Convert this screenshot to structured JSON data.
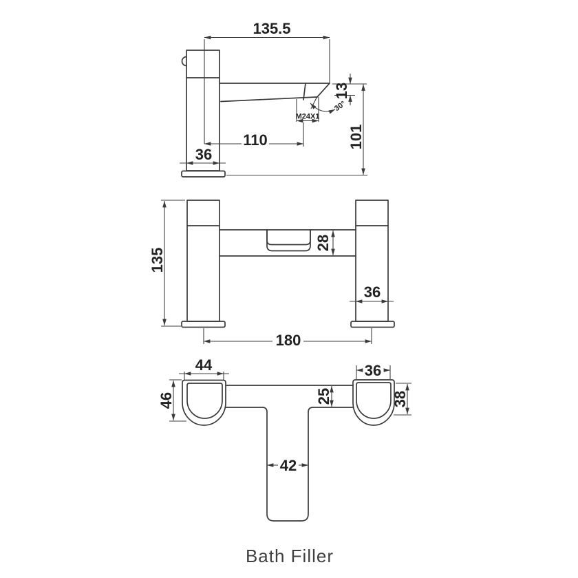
{
  "caption": "Bath Filler",
  "views": {
    "side": {
      "spout_reach_mm": "135.5",
      "tip_height_mm": "13",
      "spout_height_mm": "101",
      "spout_offset_mm": "110",
      "body_width_mm": "36",
      "outlet_thread": "M24X1",
      "spout_angle": "30°"
    },
    "front": {
      "total_height_mm": "135",
      "body_depth_mm": "28",
      "pillar_width_mm": "36",
      "tap_centres_mm": "180"
    },
    "plan": {
      "left_handle_width_mm": "44",
      "right_handle_width_mm": "36",
      "left_handle_depth_mm": "46",
      "body_bar_depth_mm": "25",
      "right_handle_depth_mm": "38",
      "spout_width_mm": "42"
    }
  },
  "colors": {
    "line": "#3a3a3a",
    "text": "#222222",
    "background": "#ffffff"
  }
}
